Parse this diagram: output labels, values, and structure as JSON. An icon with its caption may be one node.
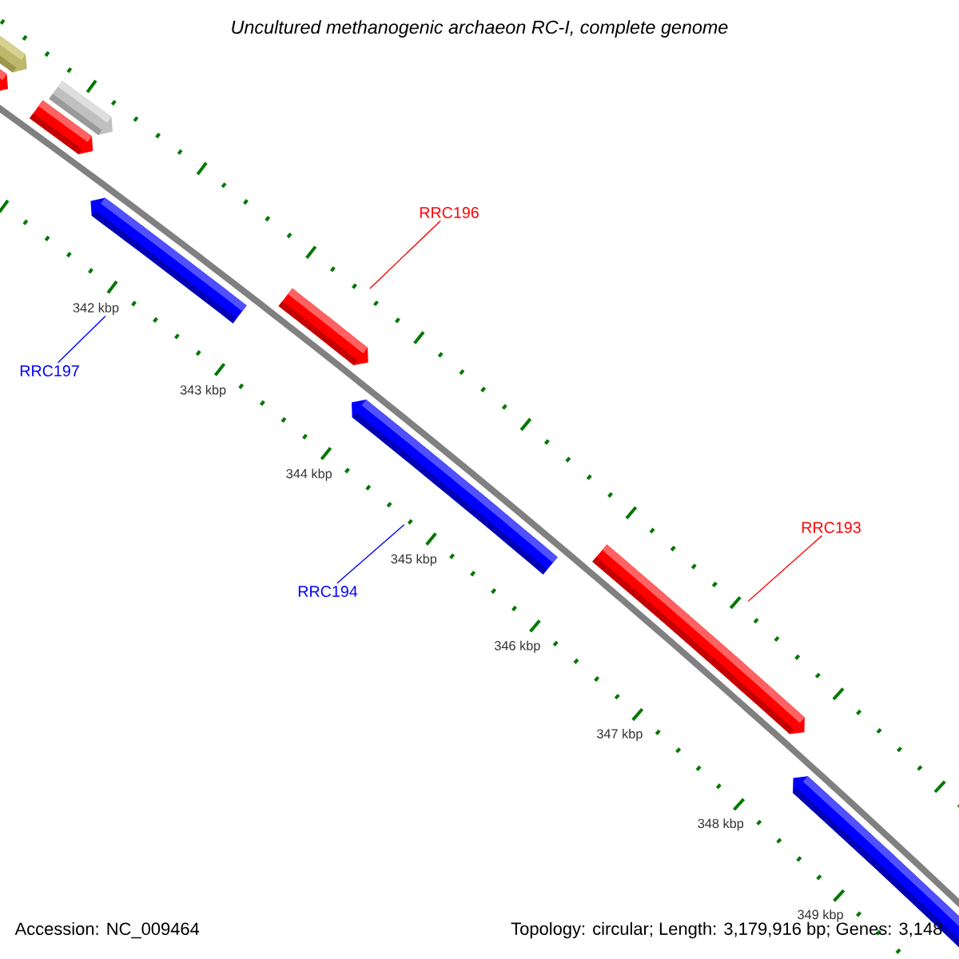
{
  "diagram": {
    "title": "Uncultured methanogenic archaeon RC-I, complete genome",
    "nodes": [
      {
        "text": [],
        "shape": "bar"
      },
      {
        "text": [],
        "shape": "bar"
      },
      {
        "text": [],
        "shape": "bar"
      },
      {
        "text": [],
        "shape": "bar"
      },
      {
        "text": [],
        "shape": "bar"
      },
      {
        "text": [
          "RRC196"
        ]
      },
      {
        "text": [],
        "shape": "bar"
      },
      {
        "text": [
          "RRC197"
        ]
      },
      {
        "text": [],
        "shape": "bar"
      },
      {
        "text": [
          "RRC194"
        ]
      },
      {
        "text": [],
        "shape": "bar"
      },
      {
        "text": [
          "RRC193"
        ]
      },
      {
        "text": [],
        "shape": "bar"
      }
    ],
    "edges": [
      {
        "from": 5,
        "to": 6,
        "arrow": "none",
        "color": "#ff0000"
      },
      {
        "from": 7,
        "to": 4,
        "arrow": "none",
        "color": "#0000ff"
      },
      {
        "from": 9,
        "to": 8,
        "arrow": "none",
        "color": "#0000ff"
      },
      {
        "from": 11,
        "to": 10,
        "arrow": "none",
        "color": "#ff0000"
      }
    ],
    "labels": [
      "342 kbp",
      "343 kbp",
      "344 kbp",
      "345 kbp",
      "346 kbp",
      "347 kbp",
      "348 kbp",
      "349 kbp",
      "Accession: NC_009464",
      "Topology: circular; Length: 3,179,916 bp; Genes: 3,148"
    ]
  }
}
